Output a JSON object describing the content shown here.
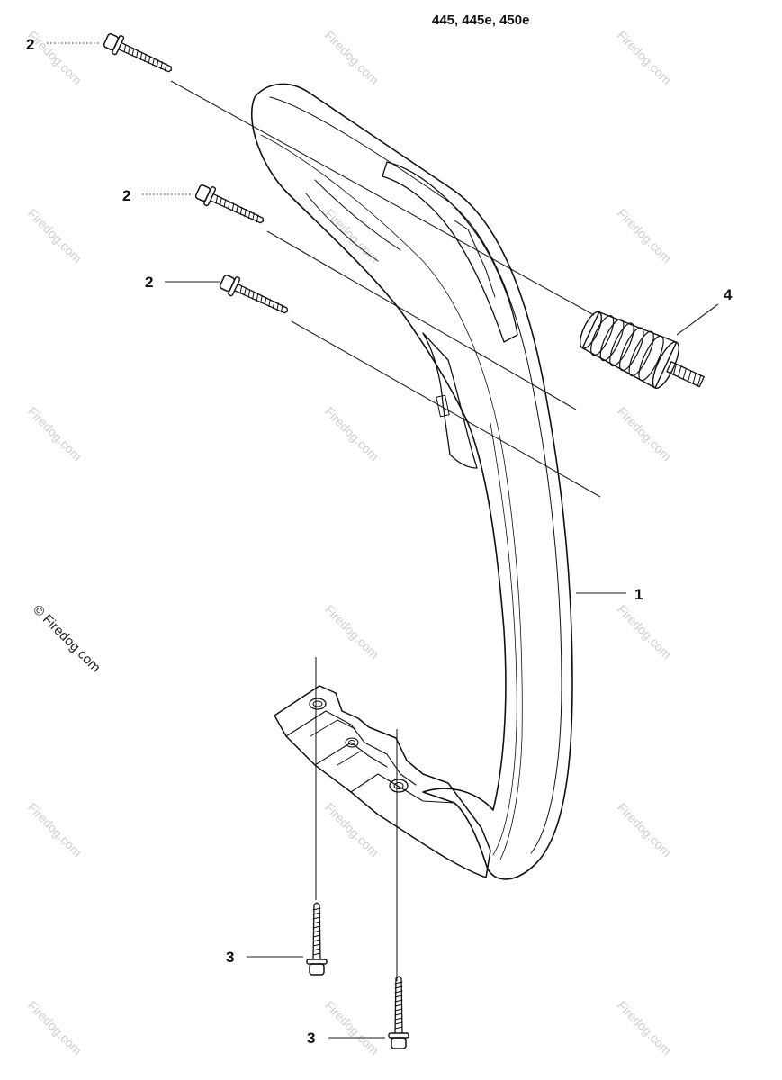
{
  "header": {
    "models": "445, 445e, 450e"
  },
  "callouts": {
    "handle": "1",
    "screw_upper": "2",
    "screw_middle": "2",
    "screw_lower": "2",
    "screw_bottom_left": "3",
    "screw_bottom_right": "3",
    "damper": "4"
  },
  "watermark": {
    "brand": "Firedog.com",
    "side_copyright": "© Firedog.com"
  },
  "icons": {
    "screw": "screw-icon",
    "damper": "spring-damper-icon",
    "handle": "front-handle-icon"
  }
}
